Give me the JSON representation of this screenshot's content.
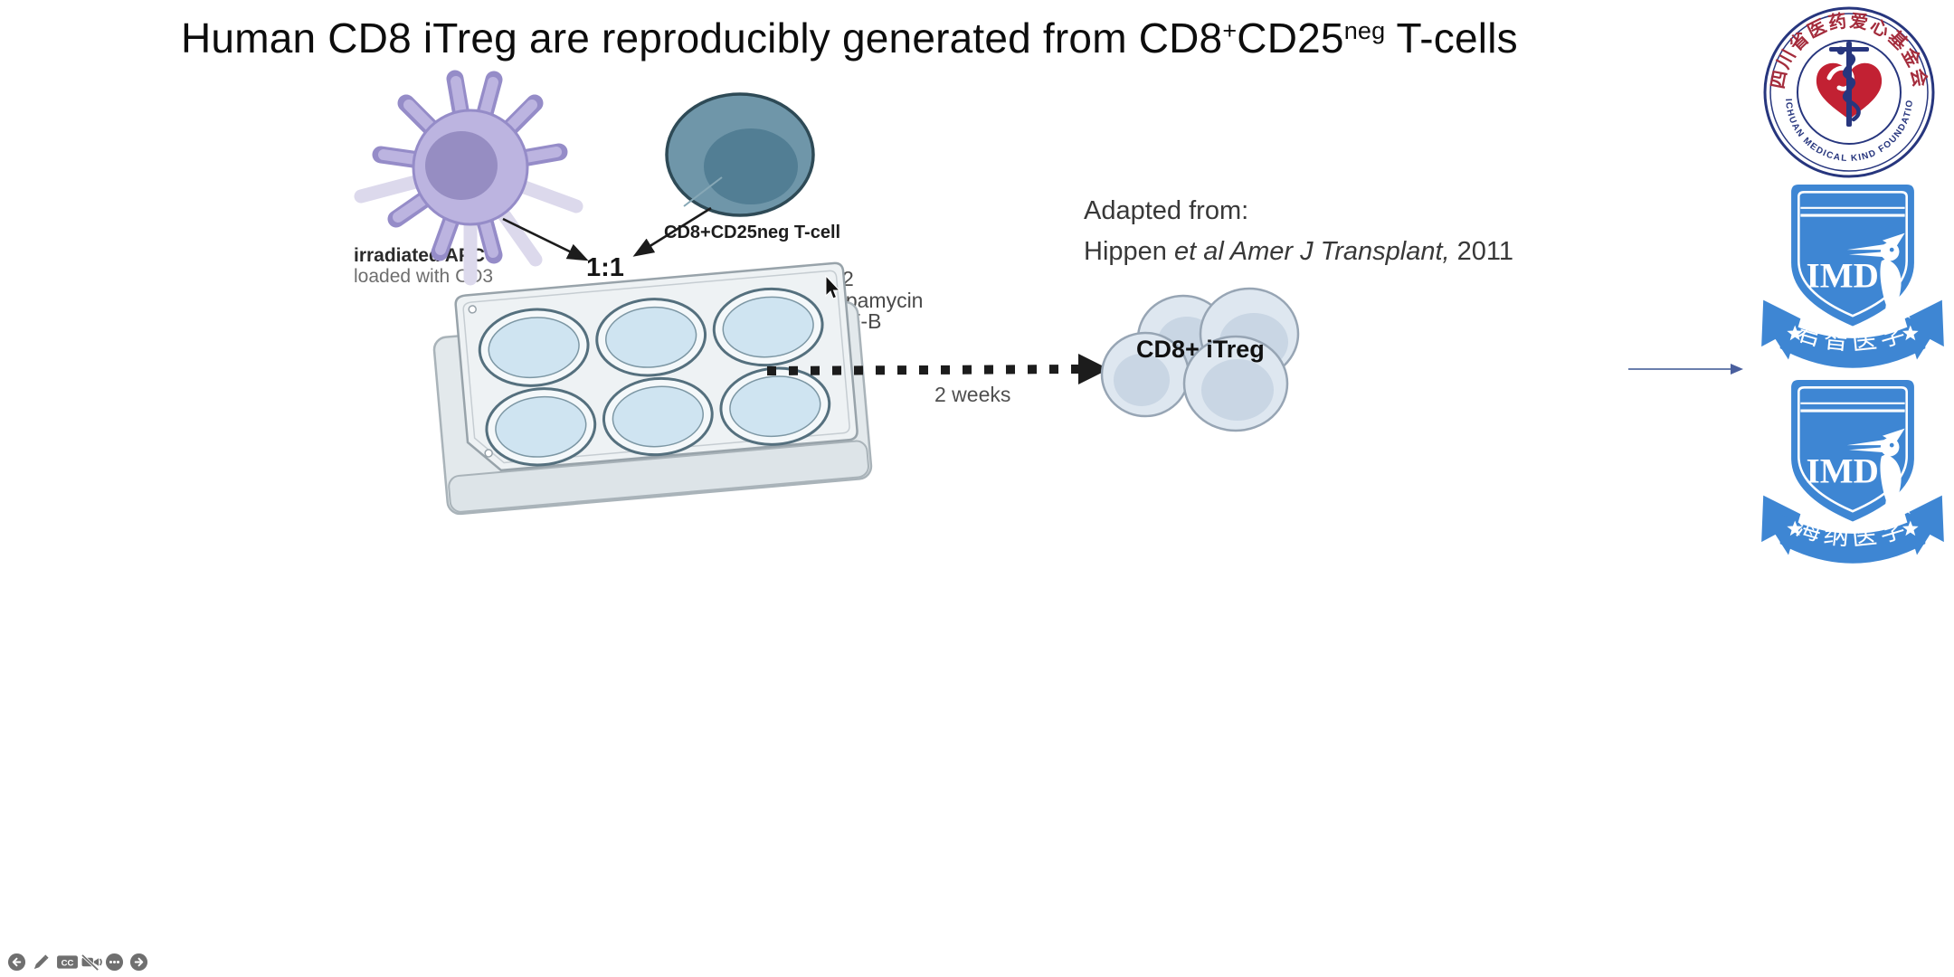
{
  "slide": {
    "title": {
      "part1": "Human CD8 iTreg are reproducibly generated from CD8",
      "sup1": "+",
      "part2": "CD25",
      "sup2": "neg",
      "part3": " T-cells"
    }
  },
  "diagram": {
    "apc_label_bold": "irradiated APC",
    "apc_label_sub": "loaded with CD3",
    "tcell_label": "CD8+CD25neg T-cell",
    "ratio_label": "1:1",
    "additives": [
      "+ IL2",
      "+Rapamycin",
      "+TGF-B"
    ],
    "duration_label": "2 weeks",
    "result_label": "CD8+ iTreg"
  },
  "citation": {
    "line1": "Adapted from:",
    "authors": "Hippen ",
    "source_italic": "et al Amer J Transplant,",
    "year": " 2011"
  },
  "logos": {
    "foundation": {
      "chinese_arc": "四川省医药爱心基金会",
      "english_arc": "SICHUAN MEDICAL KIND FOUNDATION"
    },
    "imd_top": {
      "acronym": "IMD",
      "banner": "君智医学"
    },
    "imd_bottom": {
      "acronym": "IMD",
      "banner": "海纳医学"
    }
  },
  "player": {
    "cc_label": "CC",
    "buttons": [
      "back",
      "annotate-pencil",
      "closed-captions",
      "camera-off",
      "more-options",
      "forward"
    ]
  },
  "colors": {
    "title_text": "#0d0d0d",
    "apc_body": "#bcb4e0",
    "apc_outline": "#958cc8",
    "apc_nucleus": "#968dc2",
    "tcell_body": "#6f96a9",
    "tcell_nucleus": "#527e94",
    "itreg_body": "#dee7f0",
    "itreg_nucleus": "#c9d6e4",
    "well_fill": "#cfe4f1",
    "imd_blue": "#3e86d3",
    "foundation_navy": "#27367e",
    "foundation_red": "#c22133",
    "player_icon_gray": "#6f6f6f",
    "annotation_arrow_blue": "#5a6fa8"
  }
}
